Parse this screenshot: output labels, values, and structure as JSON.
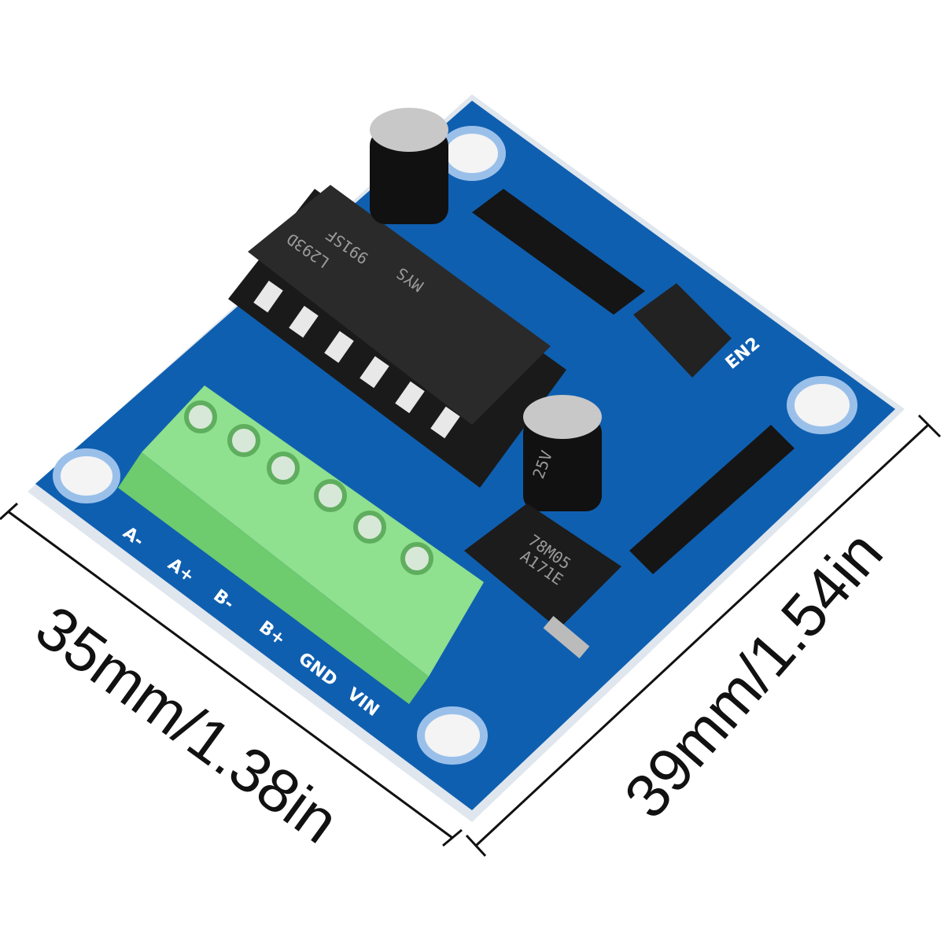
{
  "dimensions": {
    "width_label": "35mm/1.38in",
    "height_label": "39mm/1.54in"
  },
  "board": {
    "color": "#0f5fb0",
    "terminal_color": "#8fe08f",
    "terminal_labels": [
      "A-",
      "A+",
      "B-",
      "B+",
      "GND",
      "VIN"
    ],
    "jumper_label": "EN2",
    "chip_lines": [
      "L293D",
      "991SF",
      "MYS"
    ],
    "regulator_lines": [
      "78M05",
      "A171E"
    ],
    "capacitor_label": "25V"
  }
}
